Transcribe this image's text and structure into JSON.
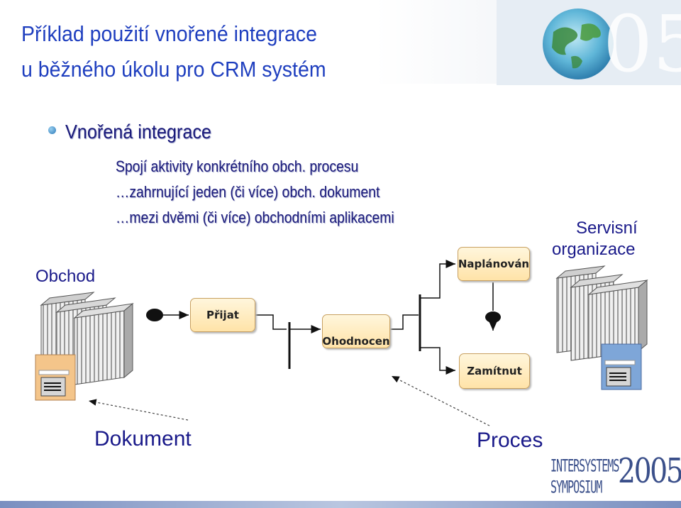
{
  "title": {
    "line1": "Příklad použití vnořené integrace",
    "line2": "u běžného úkolu pro CRM systém"
  },
  "bullet": {
    "text": "Vnořená integrace"
  },
  "subpoints": [
    "Spojí aktivity konkrétního obch. procesu",
    "…zahrnující jeden (či více) obch. dokument",
    "…mezi dvěmi (či více) obchodními aplikacemi"
  ],
  "diagram": {
    "left_system_label": "Obchod",
    "right_system_label_line1": "Servisní",
    "right_system_label_line2": "organizace",
    "states": {
      "received": "Přijat",
      "evaluated": "Ohodnocen",
      "scheduled": "Naplánován",
      "rejected": "Zamítnut"
    },
    "document_label": "Dokument",
    "process_label": "Proces"
  },
  "branding": {
    "logo_line1": "INTERSYSTEMS",
    "logo_line2": "SYMPOSIUM",
    "logo_year": "2005",
    "globe_numeral": "05"
  },
  "colors": {
    "title": "#1f3fbf",
    "text": "#1a1a7a",
    "state_fill": "#ffe3a8",
    "logo": "#3a4f8a"
  }
}
